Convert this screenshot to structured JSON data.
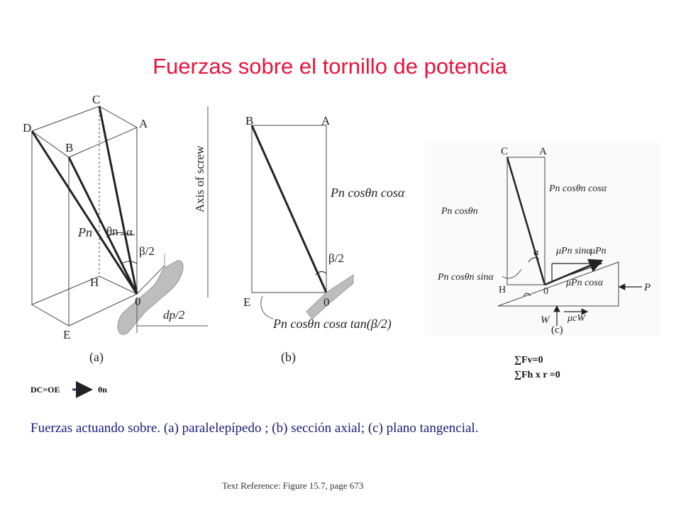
{
  "title": "Fuerzas sobre el tornillo de potencia",
  "figure_a": {
    "labels": {
      "C": "C",
      "D": "D",
      "A": "A",
      "B": "B",
      "H": "H",
      "E": "E",
      "O": "0",
      "Pn": "Pn",
      "theta_n": "θn",
      "alpha": "α",
      "beta_half": "β/2",
      "axis": "Axis of screw",
      "dp2": "dp/2",
      "caption": "(a)"
    }
  },
  "figure_b": {
    "labels": {
      "B": "B",
      "A": "A",
      "E": "E",
      "O": "0",
      "force_vertical": "Pn cosθn cosα",
      "beta_half": "β/2",
      "force_bottom": "Pn cosθn cosα tan(β/2)",
      "caption": "(b)"
    }
  },
  "figure_c": {
    "labels": {
      "C": "C",
      "A": "A",
      "H": "H",
      "O": "0",
      "force_top": "Pn cosθn cosα",
      "force_left": "Pn cosθn",
      "alpha": "α",
      "mu_sin": "μPn sinα",
      "mu_pn": "μPn",
      "force_sin": "Pn cosθn sinα",
      "mu_cos": "μPn cosα",
      "P": "P",
      "W": "W",
      "mucW": "μcW",
      "caption": "(c)"
    }
  },
  "equations": {
    "fv": "∑Fv=0",
    "fh": "∑Fh x r =0"
  },
  "note": {
    "left": "DC=OE",
    "right": "θn"
  },
  "caption": "Fuerzas actuando sobre. (a) paralelepípedo ; (b) sección axial; (c) plano tangencial.",
  "reference": "Text Reference:  Figure 15.7,  page 673"
}
